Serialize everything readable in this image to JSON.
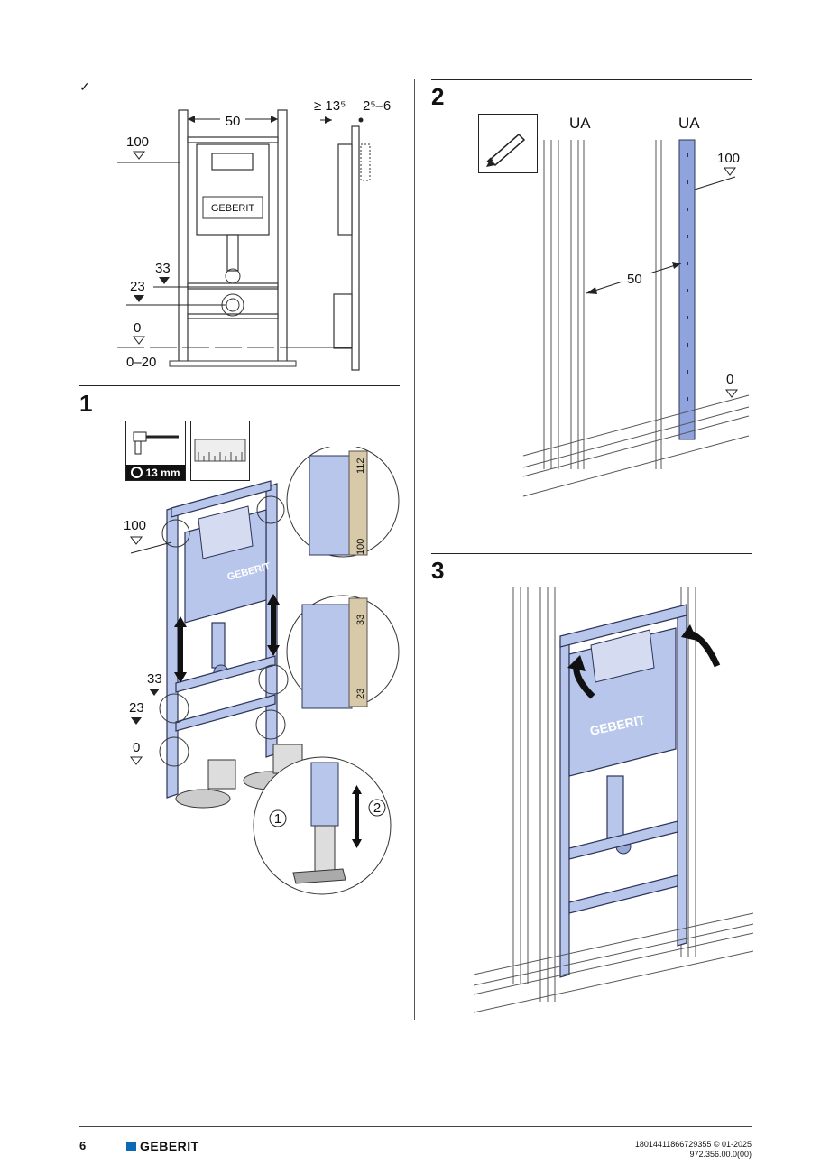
{
  "check_mark": "✓",
  "overview": {
    "dim_width": "50",
    "dim_depth": "≥ 13⁵",
    "dim_gap": "2⁵–6",
    "level_100": "100",
    "level_33": "33",
    "level_23": "23",
    "level_0": "0",
    "level_range": "0–20",
    "brand_on_cistern": "GEBERIT"
  },
  "step1": {
    "number": "1",
    "tool_label": "13 mm",
    "level_100": "100",
    "level_33": "33",
    "level_23": "23",
    "level_0": "0",
    "ruler_upper_top": "112",
    "ruler_upper_bottom": "100",
    "ruler_lower": "33",
    "ruler_lower_bottom": "23",
    "sub_step_1": "1",
    "sub_step_2": "2",
    "brand_on_cistern": "GEBERIT"
  },
  "step2": {
    "number": "2",
    "label_left": "UA",
    "label_right": "UA",
    "dim": "50",
    "level_100": "100",
    "level_0": "0"
  },
  "step3": {
    "number": "3",
    "brand_on_cistern": "GEBERIT"
  },
  "footer": {
    "page_number": "6",
    "brand": "GEBERIT",
    "doc_id": "18014411866729355 © 01-2025",
    "doc_ref": "972.356.00.0(00)"
  },
  "colors": {
    "frame_blue": "#b9c6ec",
    "brand_blue": "#0a6ab6",
    "rule": "#222222"
  }
}
